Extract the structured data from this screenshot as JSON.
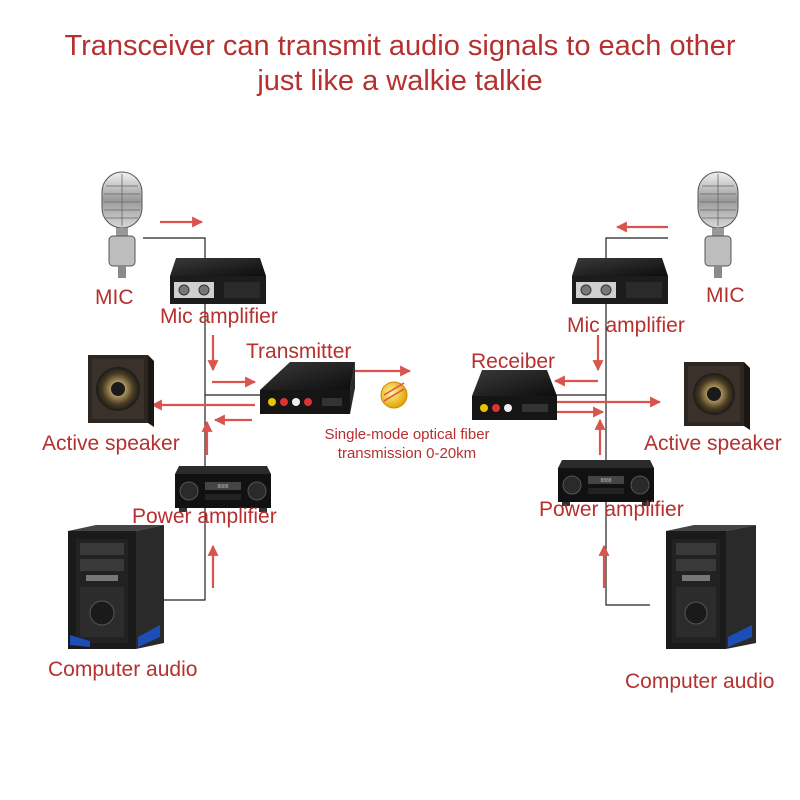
{
  "title": {
    "line1": "Transceiver can transmit audio signals to each other",
    "line2": "just like a walkie talkie"
  },
  "left": {
    "mic": "MIC",
    "mic_amplifier": "Mic amplifier",
    "device": "Transmitter",
    "speaker": "Active speaker",
    "power_amplifier": "Power amplifier",
    "computer": "Computer audio"
  },
  "right": {
    "mic": "MIC",
    "mic_amplifier": "Mic amplifier",
    "device": "Receiber",
    "speaker": "Active speaker",
    "power_amplifier": "Power amplifier",
    "computer": "Computer audio"
  },
  "fiber": {
    "line1": "Single-mode optical fiber",
    "line2": "transmission 0-20km"
  },
  "colors": {
    "text": "#b5302f",
    "arrow": "#d9534f",
    "wire": "#222222"
  },
  "icons": [
    "microphone-icon",
    "amplifier-icon",
    "converter-box-icon",
    "speaker-icon",
    "av-receiver-icon",
    "pc-tower-icon",
    "fiber-connector-icon"
  ]
}
